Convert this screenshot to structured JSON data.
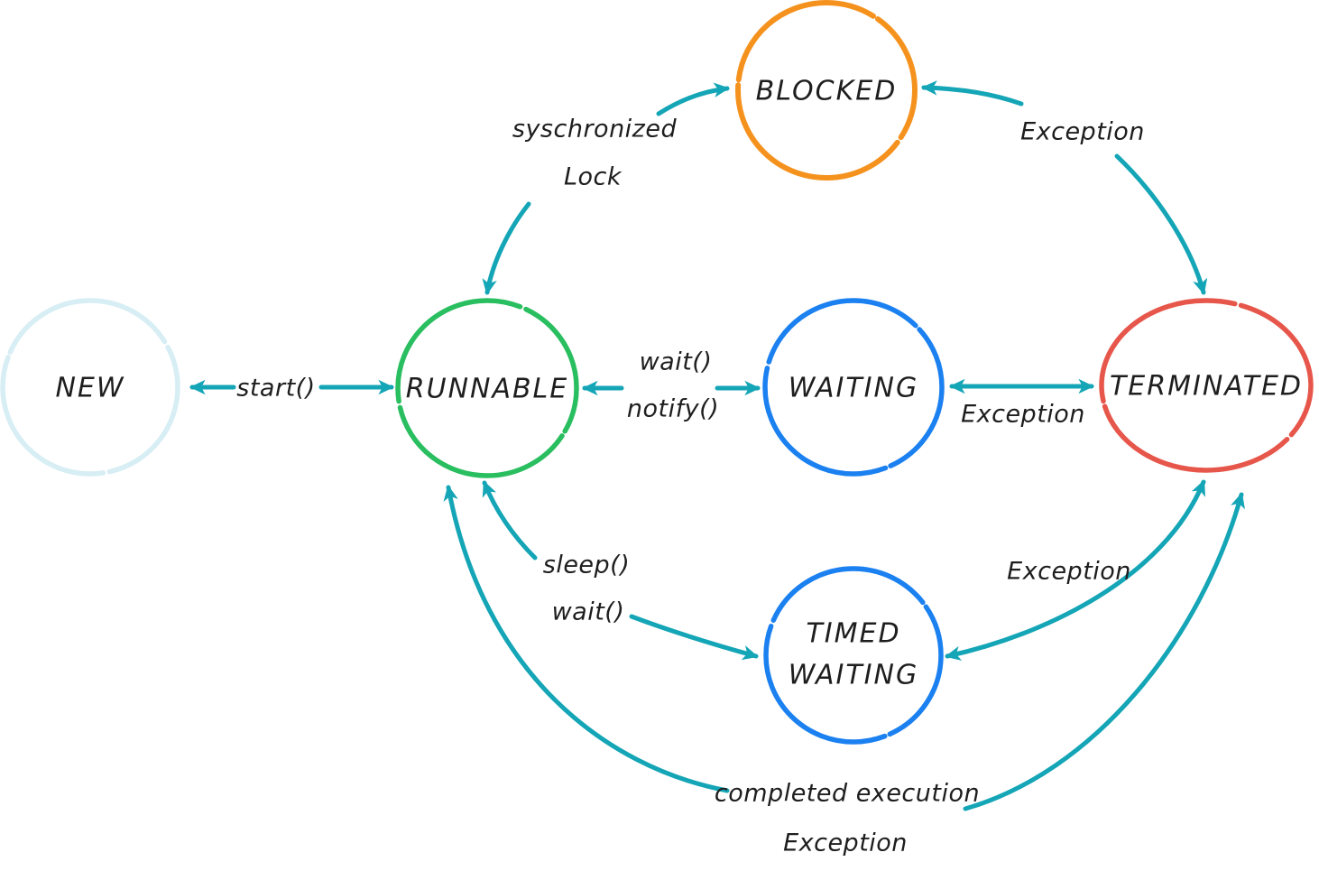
{
  "diagram": {
    "type": "state-diagram",
    "subject": "thread lifecycle states",
    "nodes": {
      "new": {
        "label": "NEW",
        "color": "#d7eef4"
      },
      "runnable": {
        "label": "RUNNABLE",
        "color": "#29be5f"
      },
      "blocked": {
        "label": "BLOCKED",
        "color": "#f5921e"
      },
      "waiting": {
        "label": "WAITING",
        "color": "#1b80f0"
      },
      "timed_waiting": {
        "line1": "TIMED",
        "line2": "WAITING",
        "color": "#1b80f0"
      },
      "terminated": {
        "label": "TERMINATED",
        "color": "#e7564a"
      }
    },
    "edges": [
      {
        "from": "NEW",
        "to": "RUNNABLE",
        "label": "start()",
        "direction": "both"
      },
      {
        "from": "RUNNABLE",
        "to": "WAITING",
        "label": "wait()",
        "direction": "forward"
      },
      {
        "from": "WAITING",
        "to": "RUNNABLE",
        "label": "notify()",
        "direction": "forward"
      },
      {
        "from": "WAITING",
        "to": "TERMINATED",
        "label": "Exception",
        "direction": "both"
      },
      {
        "from": "RUNNABLE",
        "to": "BLOCKED",
        "label_line1": "syschronized",
        "label_line2": "Lock",
        "direction": "both"
      },
      {
        "from": "BLOCKED",
        "to": "TERMINATED",
        "label": "Exception",
        "direction": "both"
      },
      {
        "from": "TIMED WAITING",
        "to": "RUNNABLE",
        "label": "sleep()",
        "direction": "forward"
      },
      {
        "from": "RUNNABLE",
        "to": "TIMED WAITING",
        "label": "wait()",
        "direction": "forward"
      },
      {
        "from": "TERMINATED",
        "to": "TIMED WAITING",
        "label": "Exception",
        "direction": "both"
      },
      {
        "from": "RUNNABLE",
        "to": "TERMINATED",
        "label": "completed execution",
        "label2": "Exception",
        "direction": "both"
      }
    ]
  },
  "colors": {
    "arrow": "#14a5b6",
    "text": "#1e1e1e",
    "background": "#ffffff"
  }
}
